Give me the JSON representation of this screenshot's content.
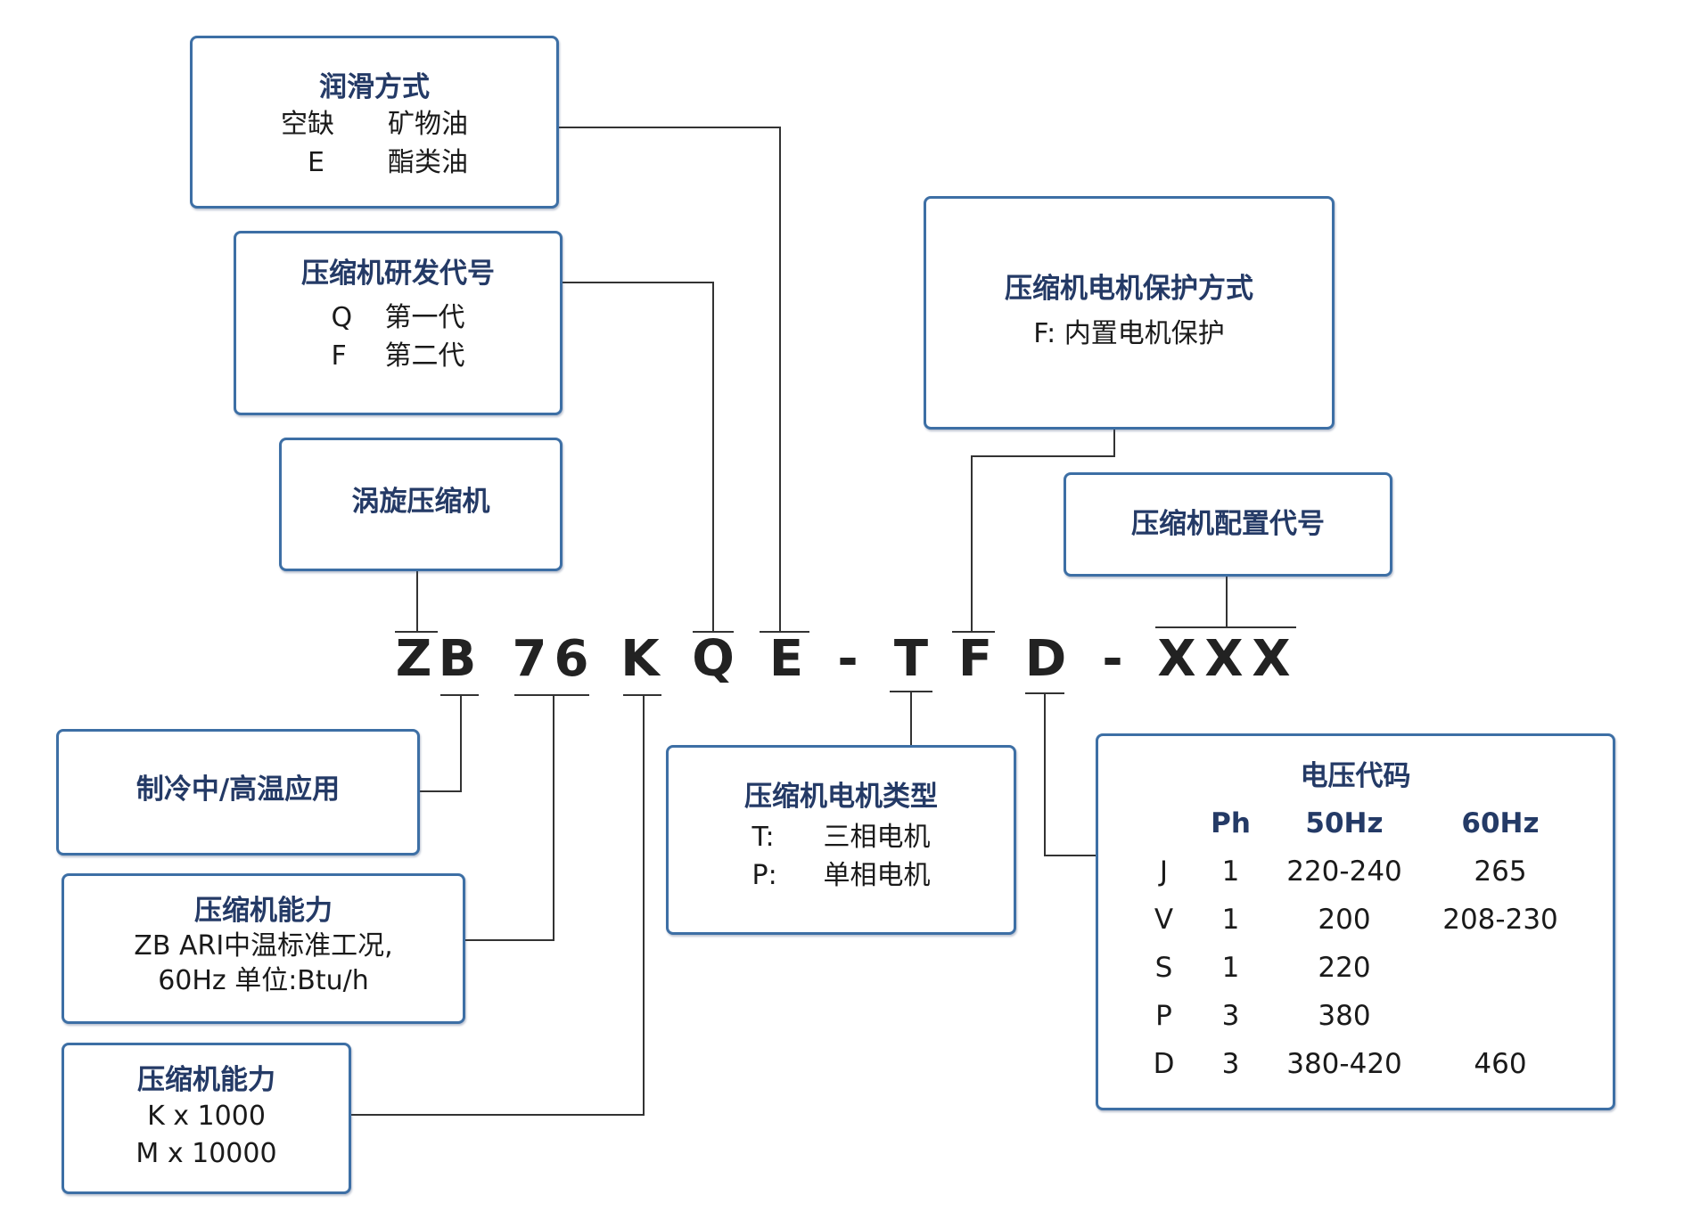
{
  "boxes": {
    "lubrication": {
      "title": "润滑方式",
      "rows": [
        {
          "code": "空缺",
          "desc": "矿物油"
        },
        {
          "code": "E",
          "desc": "酯类油"
        }
      ]
    },
    "rd_code": {
      "title": "压缩机研发代号",
      "rows": [
        {
          "code": "Q",
          "desc": "第一代"
        },
        {
          "code": "F",
          "desc": "第二代"
        }
      ]
    },
    "scroll": {
      "title": "涡旋压缩机"
    },
    "motor_protection": {
      "title": "压缩机电机保护方式",
      "line": "F: 内置电机保护"
    },
    "config_code": {
      "title": "压缩机配置代号"
    },
    "application": {
      "title": "制冷中/高温应用"
    },
    "capacity_1": {
      "title": "压缩机能力",
      "line1": "ZB ARI中温标准工况,",
      "line2": "60Hz 单位:Btu/h"
    },
    "capacity_2": {
      "title": "压缩机能力",
      "line1": "K x 1000",
      "line2": "M x 10000"
    },
    "motor_type": {
      "title": "压缩机电机类型",
      "rows": [
        {
          "code": "T:",
          "desc": "三相电机"
        },
        {
          "code": "P:",
          "desc": "单相电机"
        }
      ]
    },
    "voltage": {
      "title": "电压代码",
      "headers": [
        "",
        "Ph",
        "50Hz",
        "60Hz"
      ],
      "rows": [
        [
          "J",
          "1",
          "220-240",
          "265"
        ],
        [
          "V",
          "1",
          "200",
          "208-230"
        ],
        [
          "S",
          "1",
          "220",
          ""
        ],
        [
          "P",
          "3",
          "380",
          ""
        ],
        [
          "D",
          "3",
          "380-420",
          "460"
        ]
      ]
    }
  },
  "model_code": [
    "Z",
    "B",
    "7",
    "6",
    "K",
    "Q",
    "E",
    "-",
    "T",
    "F",
    "D",
    "-",
    "X",
    "X",
    "X"
  ],
  "colors": {
    "border": "#3d6fa5",
    "title": "#243a66",
    "wire": "#333333"
  }
}
